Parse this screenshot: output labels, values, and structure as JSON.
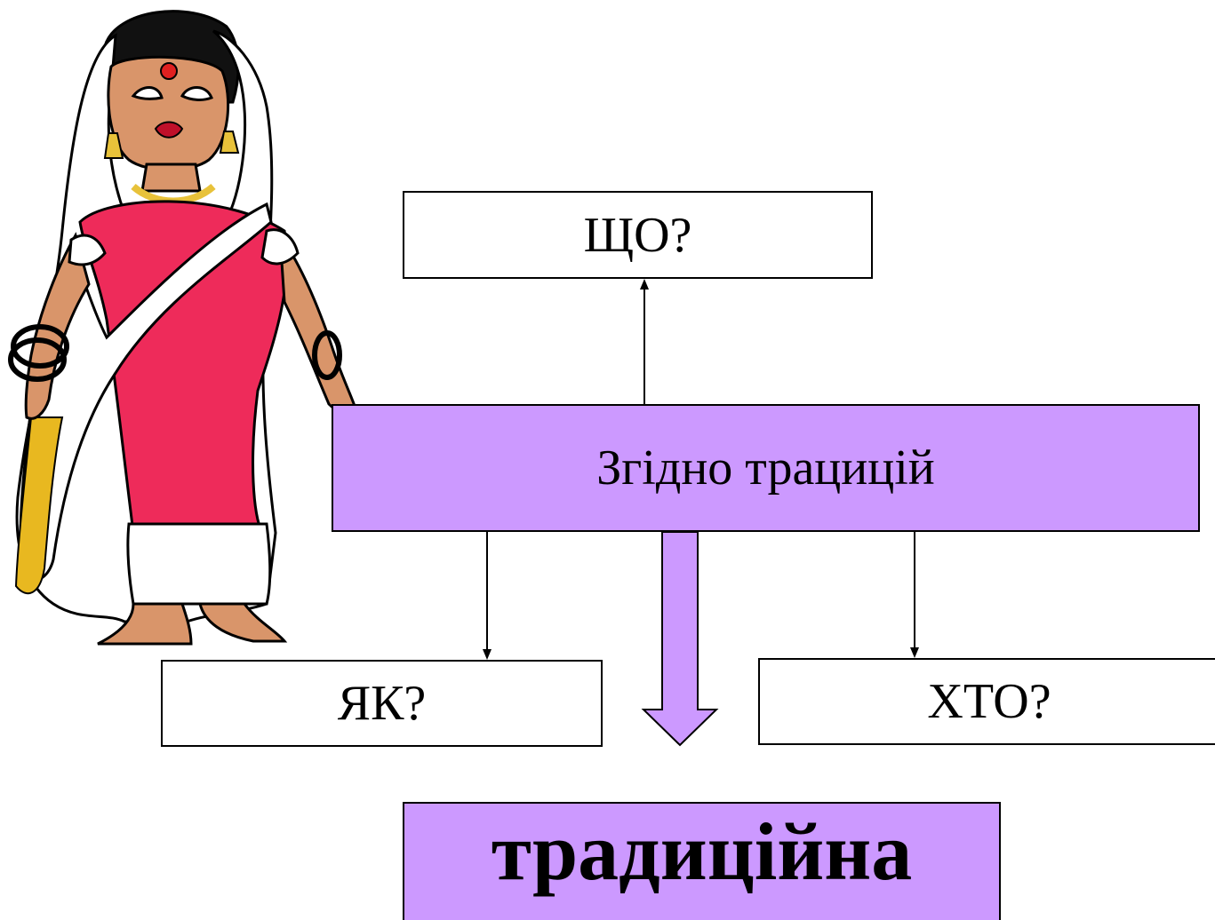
{
  "diagram": {
    "top_box": "ЩО?",
    "center_box": "Згідно трацицій",
    "left_box": "ЯК?",
    "right_box": "ХТО?",
    "result_box": "традиційна"
  },
  "colors": {
    "box_fill_accent": "#cc99ff",
    "box_fill_plain": "#ffffff",
    "stroke": "#000000"
  },
  "illustration": {
    "icon": "woman-in-sari-icon"
  }
}
